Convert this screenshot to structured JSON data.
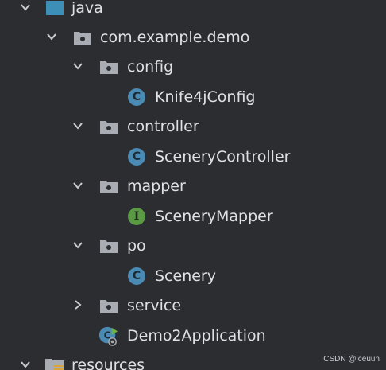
{
  "tree": {
    "java": {
      "label": "java",
      "icon": "source-root-folder-icon",
      "expanded": true
    },
    "package": {
      "label": "com.example.demo",
      "icon": "package-folder-icon",
      "expanded": true
    },
    "config": {
      "label": "config",
      "icon": "package-folder-icon",
      "expanded": true
    },
    "knife4j": {
      "label": "Knife4jConfig",
      "icon": "class-icon",
      "badge": "C"
    },
    "controller": {
      "label": "controller",
      "icon": "package-folder-icon",
      "expanded": true
    },
    "scenery_controller": {
      "label": "SceneryController",
      "icon": "class-icon",
      "badge": "C"
    },
    "mapper": {
      "label": "mapper",
      "icon": "package-folder-icon",
      "expanded": true
    },
    "scenery_mapper": {
      "label": "SceneryMapper",
      "icon": "interface-icon",
      "badge": "I"
    },
    "po": {
      "label": "po",
      "icon": "package-folder-icon",
      "expanded": true
    },
    "scenery": {
      "label": "Scenery",
      "icon": "class-icon",
      "badge": "C"
    },
    "service": {
      "label": "service",
      "icon": "package-folder-icon",
      "expanded": false
    },
    "demo2app": {
      "label": "Demo2Application",
      "icon": "spring-boot-application-icon"
    },
    "resources": {
      "label": "resources",
      "icon": "resources-folder-icon",
      "expanded": true
    }
  },
  "watermark": "CSDN @iceuun",
  "colors": {
    "background": "#2b2d30",
    "text": "#dfe1e5",
    "class_icon": "#4a8bb5",
    "interface_icon": "#5b9a45",
    "folder_icon": "#a9adb3",
    "source_root": "#3d8fb8",
    "spring_green": "#6db33f"
  }
}
